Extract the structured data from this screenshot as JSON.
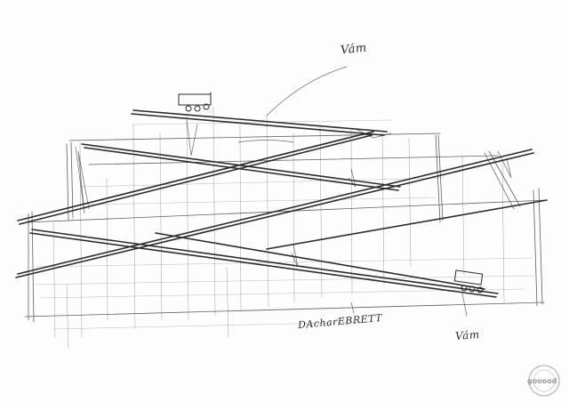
{
  "annotations": {
    "top_label": "Vám",
    "bottom_right_label": "Vám",
    "bottom_center_label": "DAcharEBRETT"
  },
  "watermark": {
    "text": "gooood",
    "icon": "watermark-seal-icon"
  },
  "colors": {
    "paper": "#fdfdfd",
    "pencil": "#2b2b2b",
    "watermark": "#9a9a9a"
  }
}
